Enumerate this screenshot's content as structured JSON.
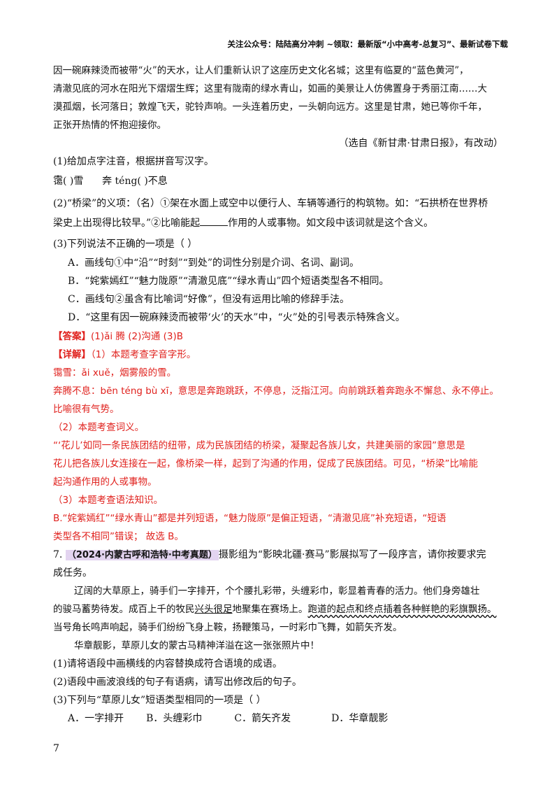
{
  "header": "关注公众号：陆陆高分冲刺  ~领取：最新版“小中高考-总复习”、最新试卷下载",
  "passage_top": [
    "因一碗麻辣烫而被带“火”的天水，让人们重新认识了这座历史文化名城；这里有临夏的“蓝色黄河”，",
    "清澈见底的河水在阳光下熠熠生辉；这里有陇南的绿水青山，如画的美景让人仿佛置身于秀丽江南……大",
    "漠孤烟，长河落日；敦煌飞天，驼铃声响。一头连着历史，一头朝向远方。这里是甘肃，她已等你千年，",
    "正张开热情的怀抱迎接你。"
  ],
  "source_note": "（选自《新甘肃·甘肃日报》，有改动）",
  "q1": {
    "stem": "(1)给加点字注音，根据拼音写汉字。",
    "item_a_char": "霭",
    "item_a_rest": "(        )雪",
    "item_b": "奔 téng(        )不息"
  },
  "q2": {
    "line1": "(2)“桥梁”的义项：（名）①架在水面上或空中以便行人、车辆等通行的构筑物。如：“石拱桥在世界桥",
    "line2a": "梁史上出现得比较早。”②比喻能起",
    "line2b": "作用的人或事物。如文段中该词就是这个含义。"
  },
  "q3": {
    "stem": "(3)下列说法不正确的一项是（    ）",
    "options": [
      "A．画线句①中“沿”“时刻”“到处”的词性分别是介词、名词、副词。",
      "B．“姹紫嫣红”“魅力陇原”“清澈见底”“绿水青山”四个短语类型各不相同。",
      "C．画线句②虽含有比喻词“好像”，但没有运用比喻的修辞手法。",
      "D．“这里有因一碗麻辣烫而被带‘火’的天水”中，“火”处的引号表示特殊含义。"
    ]
  },
  "answer": {
    "label": "【答案】",
    "text": "(1)ǎi        腾      (2)沟通      (3)B"
  },
  "detail": {
    "label": "【详解】",
    "lines": [
      "（1）本题考查字音字形。",
      "霭雪：ǎi xuě，烟雾般的雪。",
      "奔腾不息：bēn téng bù xī，意思是奔跑跳跃，不停息，泛指江河。向前跳跃着奔跑永不懈怠、永不停止。",
      "比喻很有气势。",
      "（2）本题考查词义。",
      "“‘花儿’如同一条民族团结的纽带，成为民族团结的桥梁，凝聚起各族儿女，共建美丽的家园”意思是",
      "花儿把各族儿女连接在一起，像桥梁一样，起到了沟通的作用，促成了民族团结。可见，“桥梁”比喻能",
      "起沟通作用的人或事物。",
      "（3）本题考查语法知识。",
      "B.“姹紫嫣红”“绿水青山”都是并列短语，“魅力陇原”是偏正短语，“清澈见底”补充短语，“短语",
      "类型各不相同”错误；  故选 B。"
    ]
  },
  "q7": {
    "number": "7.",
    "source_tag": "（2024·内蒙古呼和浩特·中考真题）",
    "stem_a": "摄影组为“影映北疆·赛马”影展拟写了一段序言，请你按要求完",
    "stem_b": "成任务。",
    "para1_l1": "辽阔的大草原上，骑手们一字排开，个个腰扎彩带，头缠彩巾，彰显着青春的活力。他们身旁雄壮",
    "para1_l2a": "的骏马蓄势待发。成百上千的牧民",
    "para1_l2_ul": "兴头很足",
    "para1_l2b": "地聚集在赛场上。",
    "para1_l2_wave": "跑道的起点和终点插着各种鲜艳的彩旗飘扬。",
    "para1_l3": "当号角长鸣声响起，骑手们纷纷飞身上鞍，扬鞭策马，一时彩巾飞舞，如箭矢齐发。",
    "para2": "华章靓影，草原儿女的蒙古马精神洋溢在这一张张照片中！",
    "sub1": "(1)请将语段中画横线的内容替换成符合语境的成语。",
    "sub2": "(2)语段中画波浪线的句子有语病，请写出修改后的句子。",
    "sub3": "(3)下列与“草原儿女”短语类型相同的一项是（    ）",
    "options": [
      "A．一字排开",
      "B．头缠彩巾",
      "C．箭矢齐发",
      "D．华章靓影"
    ]
  },
  "page_number": "7"
}
